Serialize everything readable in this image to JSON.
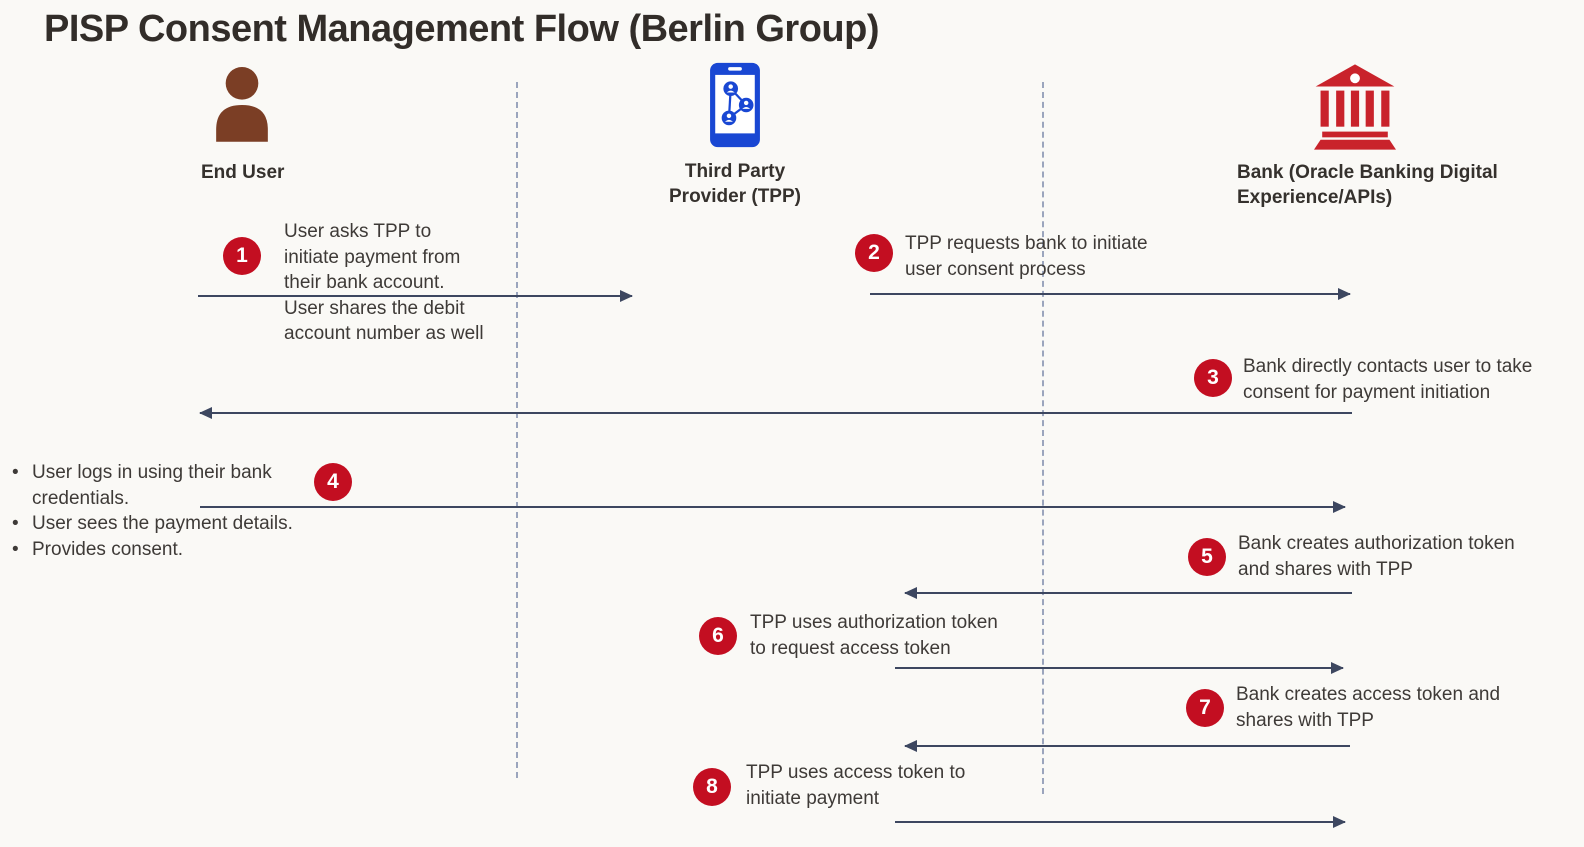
{
  "title": "PISP Consent Management Flow (Berlin Group)",
  "actors": {
    "end_user": {
      "label": "End User",
      "icon": "person-icon"
    },
    "tpp": {
      "label_line1": "Third Party",
      "label_line2": "Provider (TPP)",
      "icon": "phone-network-icon"
    },
    "bank": {
      "label_line1": "Bank (Oracle Banking Digital",
      "label_line2": "Experience/APIs)",
      "icon": "bank-building-icon"
    }
  },
  "steps": [
    {
      "number": "1",
      "direction": "right",
      "lines": [
        "User asks TPP to",
        "initiate payment from",
        "their bank account.",
        "User shares the debit",
        "account number as well"
      ]
    },
    {
      "number": "2",
      "direction": "right",
      "lines": [
        "TPP requests bank to initiate",
        "user consent process"
      ]
    },
    {
      "number": "3",
      "direction": "left",
      "lines": [
        "Bank directly contacts user to take",
        "consent for payment initiation"
      ]
    },
    {
      "number": "4",
      "direction": "right",
      "bullets": [
        "User logs in using their bank credentials.",
        "User sees the payment details.",
        "Provides consent."
      ]
    },
    {
      "number": "5",
      "direction": "left",
      "lines": [
        "Bank creates authorization token",
        "and shares with TPP"
      ]
    },
    {
      "number": "6",
      "direction": "right",
      "lines": [
        "TPP uses authorization token",
        "to request access token"
      ]
    },
    {
      "number": "7",
      "direction": "left",
      "lines": [
        "Bank creates access token and",
        "shares with TPP"
      ]
    },
    {
      "number": "8",
      "direction": "right",
      "lines": [
        "TPP uses access token to",
        "initiate payment"
      ]
    }
  ],
  "colors": {
    "background": "#FAF9F6",
    "title_text": "#322D29",
    "body_text": "#3E3A37",
    "badge_red": "#C30E21",
    "bank_icon_red": "#C9232B",
    "person_icon_brown": "#7B3E25",
    "phone_icon_blue": "#1947D3",
    "arrow": "#3D4760",
    "lifeline_dash": "#8B97B4"
  }
}
